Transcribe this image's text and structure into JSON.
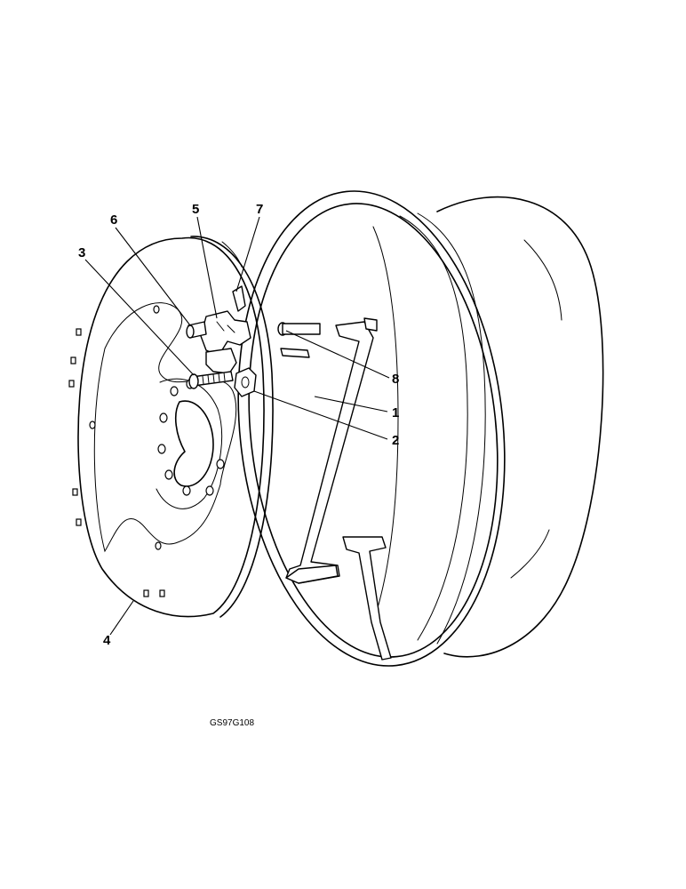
{
  "callouts": [
    {
      "id": "6",
      "text": "6"
    },
    {
      "id": "5",
      "text": "5"
    },
    {
      "id": "7",
      "text": "7"
    },
    {
      "id": "3",
      "text": "3"
    },
    {
      "id": "8",
      "text": "8"
    },
    {
      "id": "1",
      "text": "1"
    },
    {
      "id": "2",
      "text": "2"
    },
    {
      "id": "4",
      "text": "4"
    }
  ],
  "figure_code": "GS97G108"
}
